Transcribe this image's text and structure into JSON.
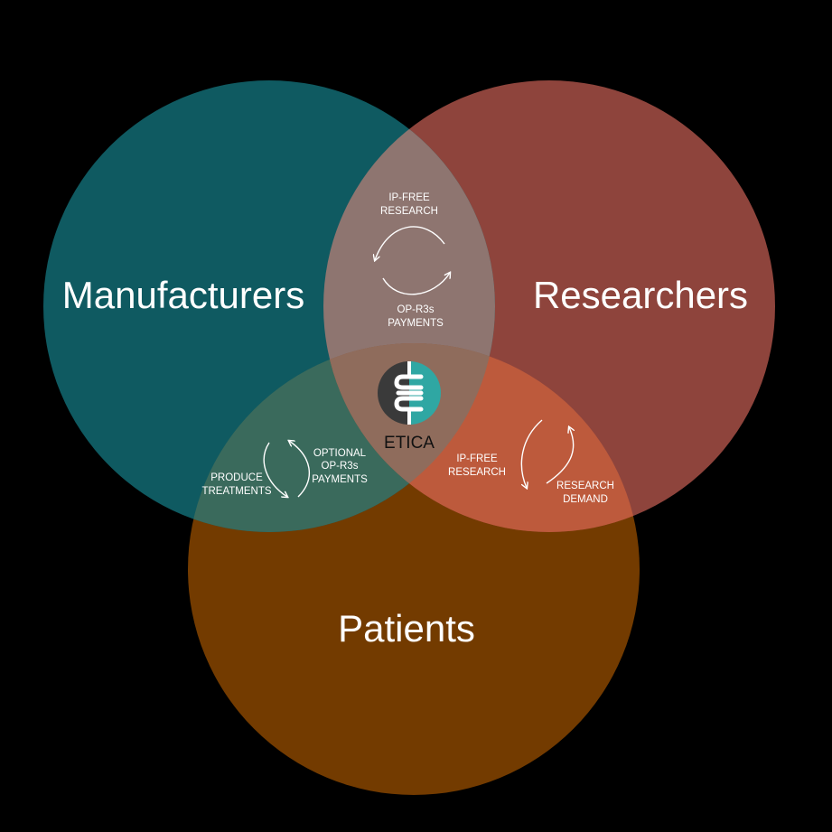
{
  "sets": [
    {
      "name": "Manufacturers",
      "color": "#0f5a61"
    },
    {
      "name": "Researchers",
      "color": "#8e443c"
    },
    {
      "name": "Patients",
      "color": "#733b00"
    }
  ],
  "overlaps": {
    "manufacturers_researchers": {
      "top_label": [
        "IP-FREE",
        "RESEARCH"
      ],
      "bottom_label": [
        "OP-R3s",
        "PAYMENTS"
      ]
    },
    "manufacturers_patients": {
      "left_label": [
        "PRODUCE",
        "TREATMENTS"
      ],
      "right_label": [
        "OPTIONAL",
        "OP-R3s",
        "PAYMENTS"
      ]
    },
    "researchers_patients": {
      "left_label": [
        "IP-FREE",
        "RESEARCH"
      ],
      "right_label": [
        "RESEARCH",
        "DEMAND"
      ]
    }
  },
  "center": {
    "logo": "etica-logo-icon",
    "label": "ETICA",
    "logo_colors": {
      "dark": "#3a3a3a",
      "accent": "#2fa7a3"
    }
  }
}
